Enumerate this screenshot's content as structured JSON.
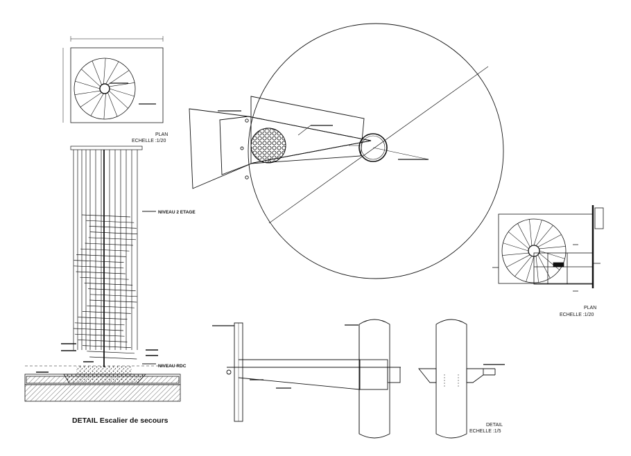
{
  "labels": {
    "plan_small": "PLAN",
    "plan_small_scale": "ECHELLE :1/20",
    "plan_right": "PLAN",
    "plan_right_scale": "ECHELLE :1/20",
    "level_2": "NIVEAU 2 ETAGE",
    "level_rdc": "NIVEAU RDC",
    "title": "DETAIL Escalier de secours",
    "detail": "DETAIL",
    "detail_scale": "ECHELLE :1/5"
  },
  "colors": {
    "ink": "#111111",
    "paper": "#ffffff",
    "ground_hatch": "#555555"
  }
}
